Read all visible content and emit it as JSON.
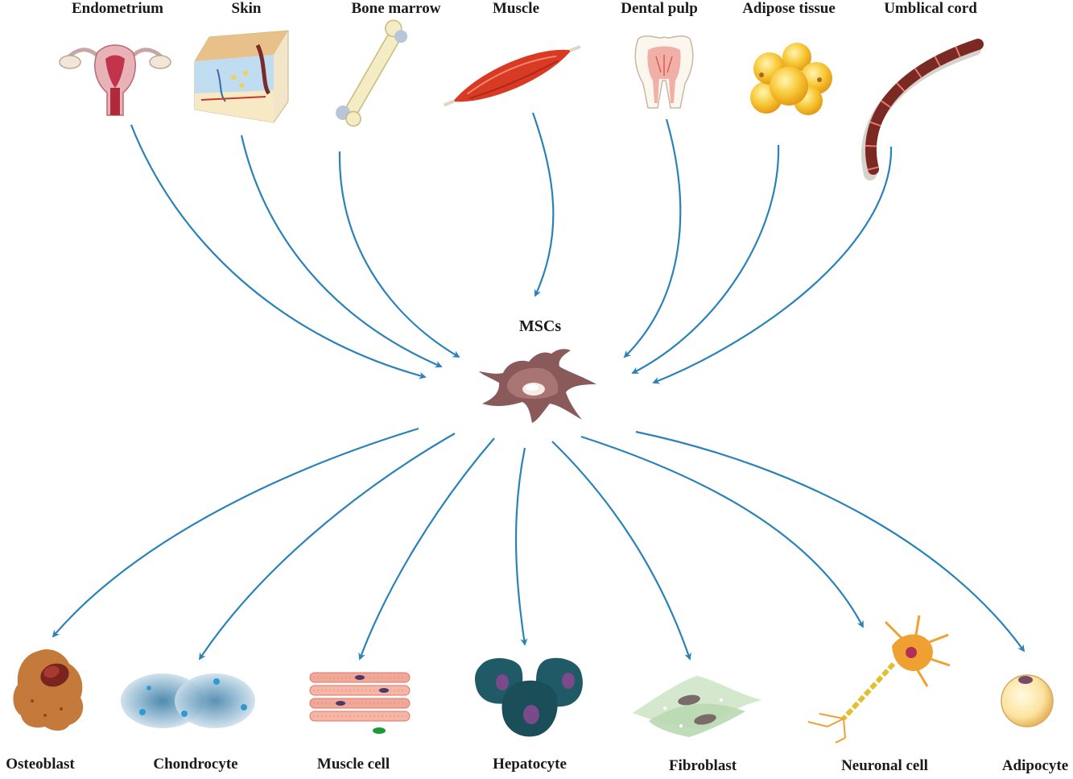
{
  "center": {
    "label": "MSCs"
  },
  "sources": [
    {
      "id": "endometrium",
      "label": "Endometrium",
      "icon": "uterus-icon"
    },
    {
      "id": "skin",
      "label": "Skin",
      "icon": "skin-layers-icon"
    },
    {
      "id": "bone-marrow",
      "label": "Bone marrow",
      "icon": "bone-icon"
    },
    {
      "id": "muscle",
      "label": "Muscle",
      "icon": "muscle-icon"
    },
    {
      "id": "dental-pulp",
      "label": "Dental pulp",
      "icon": "tooth-icon"
    },
    {
      "id": "adipose-tissue",
      "label": "Adipose tissue",
      "icon": "fat-cells-icon"
    },
    {
      "id": "umbilical-cord",
      "label": "Umblical cord",
      "icon": "umbilical-cord-icon"
    }
  ],
  "targets": [
    {
      "id": "osteoblast",
      "label": "Osteoblast",
      "icon": "osteoblast-icon"
    },
    {
      "id": "chondrocyte",
      "label": "Chondrocyte",
      "icon": "chondrocyte-icon"
    },
    {
      "id": "muscle-cell",
      "label": "Muscle cell",
      "icon": "muscle-cell-icon"
    },
    {
      "id": "hepatocyte",
      "label": "Hepatocyte",
      "icon": "hepatocyte-icon"
    },
    {
      "id": "fibroblast",
      "label": "Fibroblast",
      "icon": "fibroblast-icon"
    },
    {
      "id": "neuronal-cell",
      "label": "Neuronal cell",
      "icon": "neuron-icon"
    },
    {
      "id": "adipocyte",
      "label": "Adipocyte",
      "icon": "adipocyte-icon"
    }
  ],
  "colors": {
    "arrow": "#2a82b8",
    "msc_body": "#8a5a5a",
    "muscle_red": "#d83a24",
    "hepatocyte": "#1f5a66",
    "neuron": "#f0a030"
  }
}
